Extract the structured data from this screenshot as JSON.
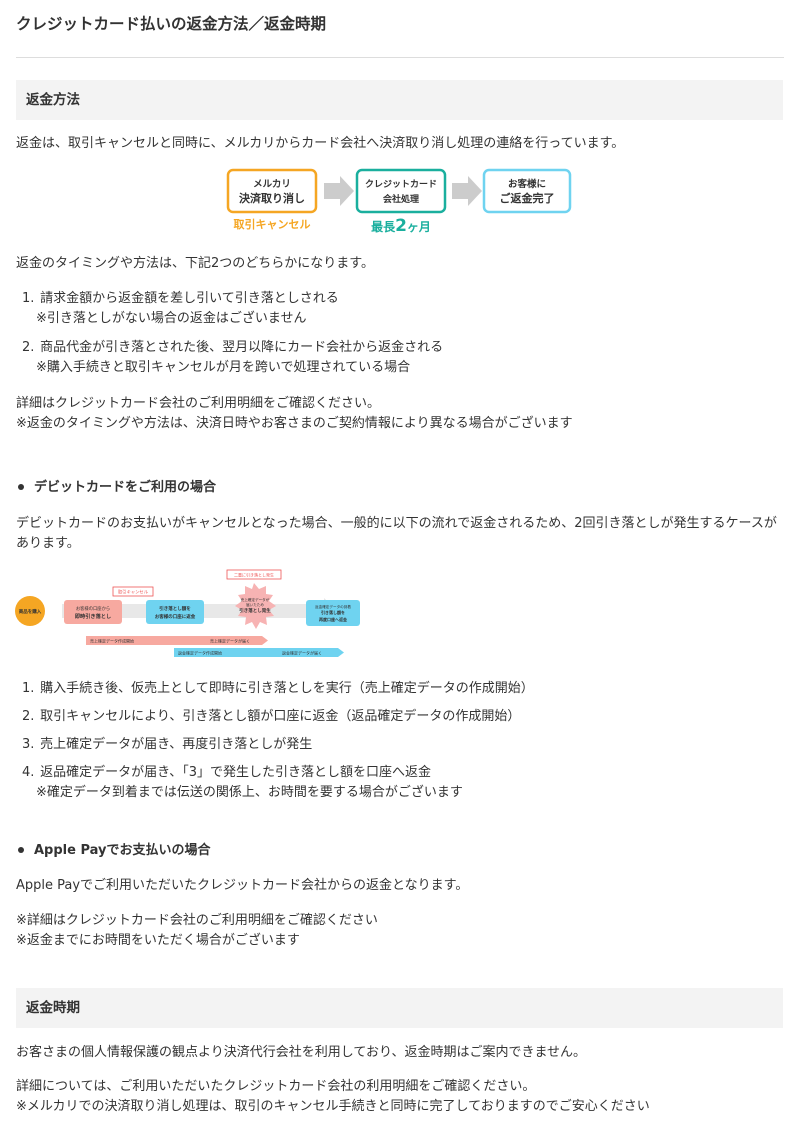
{
  "title": "クレジットカード払いの返金方法／返金時期",
  "section1": {
    "header": "返金方法",
    "intro": "返金は、取引キャンセルと同時に、メルカリからカード会社へ決済取り消し処理の連絡を行っています。",
    "flow": {
      "box1_line1": "メルカリ",
      "box1_line2": "決済取り消し",
      "box1_caption": "取引キャンセル",
      "box2_line1": "クレジットカード",
      "box2_line2": "会社処理",
      "box2_caption_a": "最長",
      "box2_caption_b": "2",
      "box2_caption_c": "ヶ月",
      "box3_line1": "お客様に",
      "box3_line2": "ご返金完了",
      "color_orange": "#f5a623",
      "color_teal": "#1aaf9e",
      "color_blue": "#6fd3f0"
    },
    "timing_intro": "返金のタイミングや方法は、下記2つのどちらかになります。",
    "list": [
      {
        "num": "1.",
        "text": "請求金額から返金額を差し引いて引き落としされる",
        "note": "※引き落としがない場合の返金はございません"
      },
      {
        "num": "2.",
        "text": "商品代金が引き落とされた後、翌月以降にカード会社から返金される",
        "note": "※購入手続きと取引キャンセルが月を跨いで処理されている場合"
      }
    ],
    "detail1": "詳細はクレジットカード会社のご利用明細をご確認ください。",
    "detail2": "※返金のタイミングや方法は、決済日時やお客さまのご契約情報により異なる場合がございます"
  },
  "debit": {
    "heading": "デビットカードをご利用の場合",
    "intro": "デビットカードのお支払いがキャンセルとなった場合、一般的に以下の流れで返金されるため、2回引き落としが発生するケースがあります。",
    "diagram": {
      "start": "商品を購入",
      "box1_a": "お客様の口座から",
      "box1_b": "即時引き落とし",
      "cancel_tag": "取引キャンセル",
      "box2_a": "引き落とし額を",
      "box2_b": "お客様の口座に返金",
      "double_tag": "二重に引き落とし発生",
      "burst_a": "売上確定データが",
      "burst_b": "届いたため",
      "burst_c": "引き落とし発生",
      "box4_a": "返金確定データの到着",
      "box4_b": "引き落し額を",
      "box4_c": "再度口座へ返金",
      "bar1_a": "売上確定データ作成開始",
      "bar1_b": "売上確定データが届く",
      "bar2_a": "返金確定データ作成開始",
      "bar2_b": "返金確定データが届く"
    },
    "list": [
      {
        "num": "1.",
        "text": "購入手続き後、仮売上として即時に引き落としを実行（売上確定データの作成開始）"
      },
      {
        "num": "2.",
        "text": "取引キャンセルにより、引き落とし額が口座に返金（返品確定データの作成開始）"
      },
      {
        "num": "3.",
        "text": "売上確定データが届き、再度引き落としが発生"
      },
      {
        "num": "4.",
        "text": "返品確定データが届き、「3」で発生した引き落とし額を口座へ返金",
        "note": "※確定データ到着までは伝送の関係上、お時間を要する場合がございます"
      }
    ]
  },
  "applepay": {
    "heading": "Apple Payでお支払いの場合",
    "intro": "Apple Payでご利用いただいたクレジットカード会社からの返金となります。",
    "note1": "※詳細はクレジットカード会社のご利用明細をご確認ください",
    "note2": "※返金までにお時間をいただく場合がございます"
  },
  "section2": {
    "header": "返金時期",
    "p1": "お客さまの個人情報保護の観点より決済代行会社を利用しており、返金時期はご案内できません。",
    "p2": "詳細については、ご利用いただいたクレジットカード会社の利用明細をご確認ください。",
    "p3": "※メルカリでの決済取り消し処理は、取引のキャンセル手続きと同時に完了しておりますのでご安心ください"
  }
}
